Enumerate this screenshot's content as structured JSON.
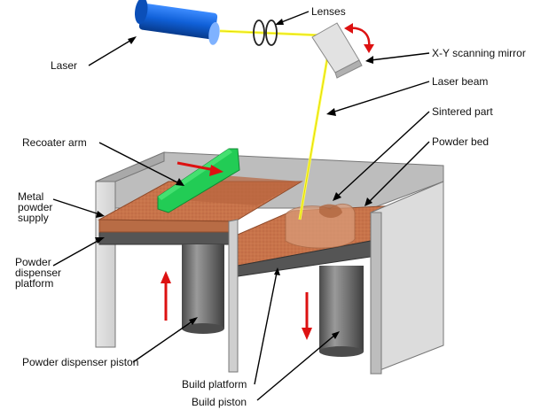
{
  "labels": {
    "laser": "Laser",
    "lenses": "Lenses",
    "mirror": "X-Y scanning mirror",
    "beam": "Laser beam",
    "sintered": "Sintered part",
    "powder_bed": "Powder bed",
    "recoater": "Recoater arm",
    "supply_1": "Metal",
    "supply_2": "powder",
    "supply_3": "supply",
    "dispenser_1": "Powder",
    "dispenser_2": "dispenser",
    "dispenser_3": "platform",
    "dispenser_piston": "Powder dispenser piston",
    "build_platform": "Build platform",
    "build_piston": "Build piston"
  },
  "colors": {
    "powder": "#c8734a",
    "powder_dark": "#a85a34",
    "wall": "#d8d8d8",
    "wall_dark": "#9c9c9c",
    "laser_body": "#1060d8",
    "beam": "#ffff55",
    "recoater": "#22cc55",
    "motion_arrow": "#dd1111",
    "piston": "#6a6a6a"
  }
}
